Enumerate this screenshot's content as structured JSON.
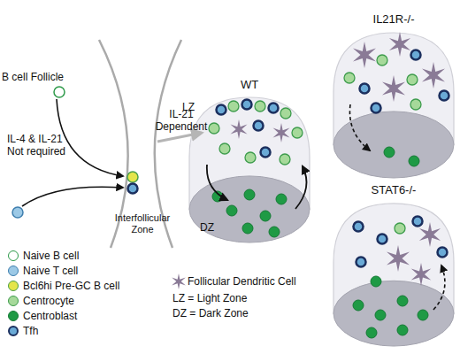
{
  "diagram": {
    "nodes": [
      {
        "text": [
          "WT",
          "LZ",
          "DZ"
        ]
      },
      {
        "text": [
          "IL21R-/-"
        ]
      },
      {
        "text": [
          "STAT6-/-"
        ]
      }
    ],
    "labels": [
      "B cell Follicle",
      "IL-4 & IL-21 Not required",
      "Interfollicular Zone",
      "IL-21 Dependent"
    ],
    "legend": [
      {
        "text": "Naive B cell",
        "color": "#ffffff"
      },
      {
        "text": "Naive T cell",
        "color": "#9cc9e6"
      },
      {
        "text": "Bcl6hi Pre-GC B cell",
        "color": "#e4e54a"
      },
      {
        "text": "Centrocyte",
        "color": "#a6d99a"
      },
      {
        "text": "Centroblast",
        "color": "#1f9a45"
      },
      {
        "text": "Tfh",
        "color": "#6aaad6"
      },
      {
        "text": "Follicular Dendritic Cell"
      },
      {
        "text": "LZ = Light Zone"
      },
      {
        "text": "DZ = Dark Zone"
      }
    ]
  }
}
